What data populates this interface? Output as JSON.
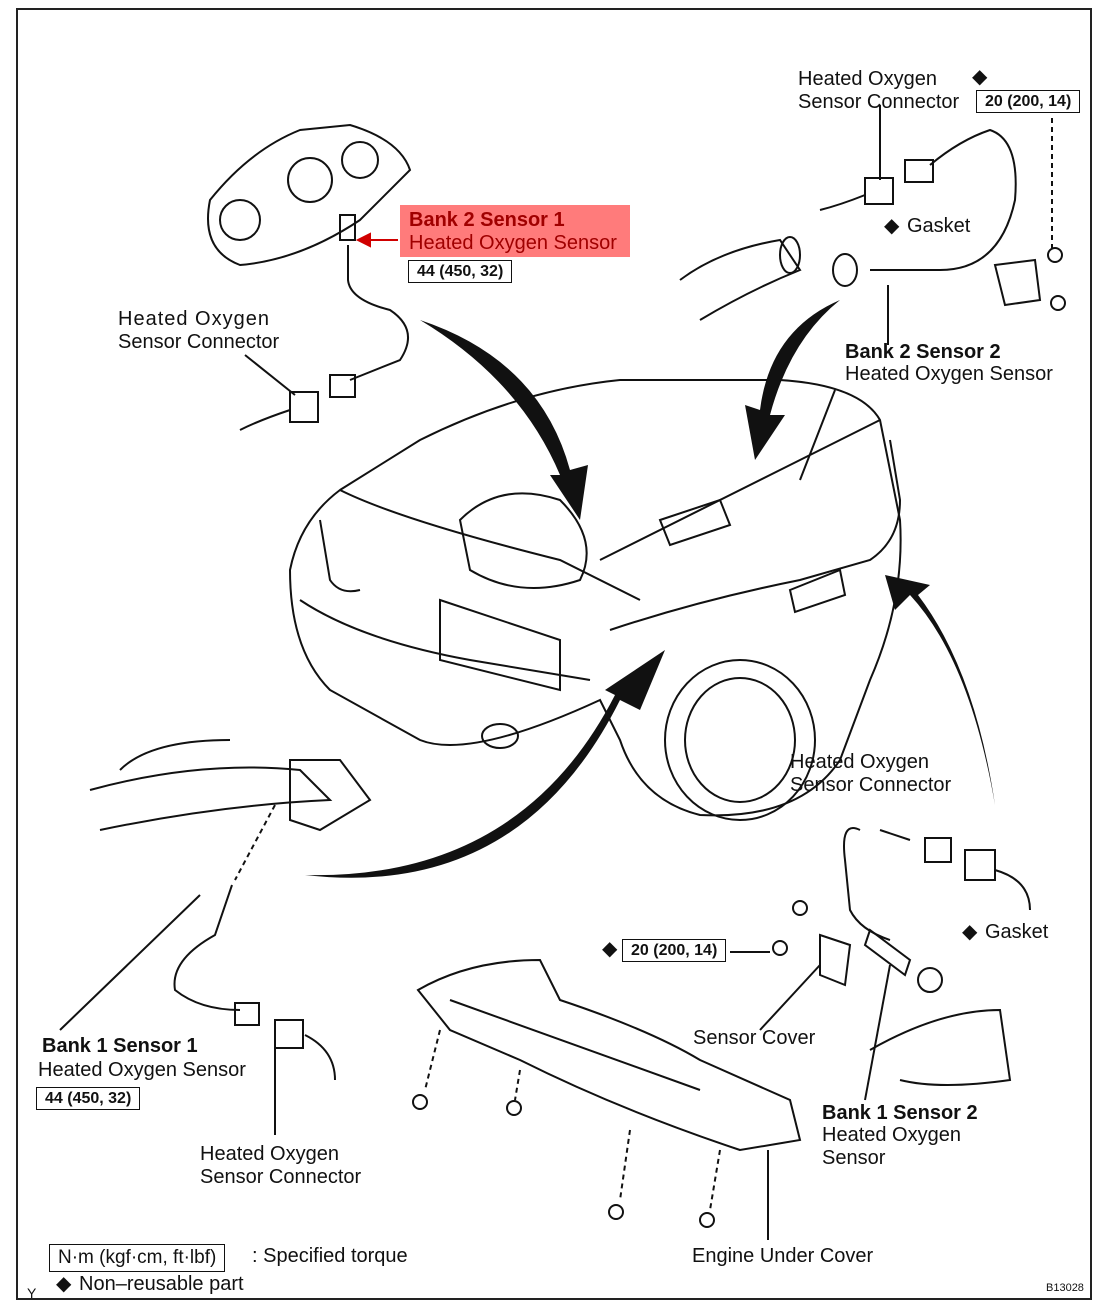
{
  "diagram": {
    "highlighted_part": {
      "name": "Bank 2 Sensor 1",
      "description": "Heated Oxygen Sensor",
      "torque": "44 (450, 32)",
      "highlight_color": "#ff7b7b",
      "text_color": "#a00000"
    },
    "labels": {
      "b2s1_connector": [
        "Heated    Oxygen",
        "Sensor Connector"
      ],
      "b2s2_connector": [
        "Heated Oxygen",
        "Sensor Connector"
      ],
      "b2s2_torque": "20 (200, 14)",
      "b2s2_gasket": "Gasket",
      "b2s2_name": "Bank 2 Sensor 2",
      "b2s2_desc": "Heated Oxygen Sensor",
      "b1s2_connector": [
        "Heated Oxygen",
        "Sensor Connector"
      ],
      "b1s2_gasket": "Gasket",
      "cover_torque": "20 (200, 14)",
      "sensor_cover": "Sensor Cover",
      "b1s2_name": "Bank 1 Sensor 2",
      "b1s2_desc": [
        "Heated Oxygen",
        "Sensor"
      ],
      "b1s1_name": "Bank 1 Sensor 1",
      "b1s1_desc": "Heated Oxygen Sensor",
      "b1s1_torque": "44 (450, 32)",
      "b1s1_connector": [
        "Heated Oxygen",
        "Sensor Connector"
      ],
      "engine_under_cover": "Engine Under Cover"
    },
    "legend": {
      "torque_unit": "N·m (kgf·cm, ft·lbf)",
      "torque_text": ": Specified torque",
      "nonreusable_symbol": "◆",
      "nonreusable_text": "Non–reusable part"
    },
    "corner_mark": "Y",
    "figure_id": "B13028"
  }
}
